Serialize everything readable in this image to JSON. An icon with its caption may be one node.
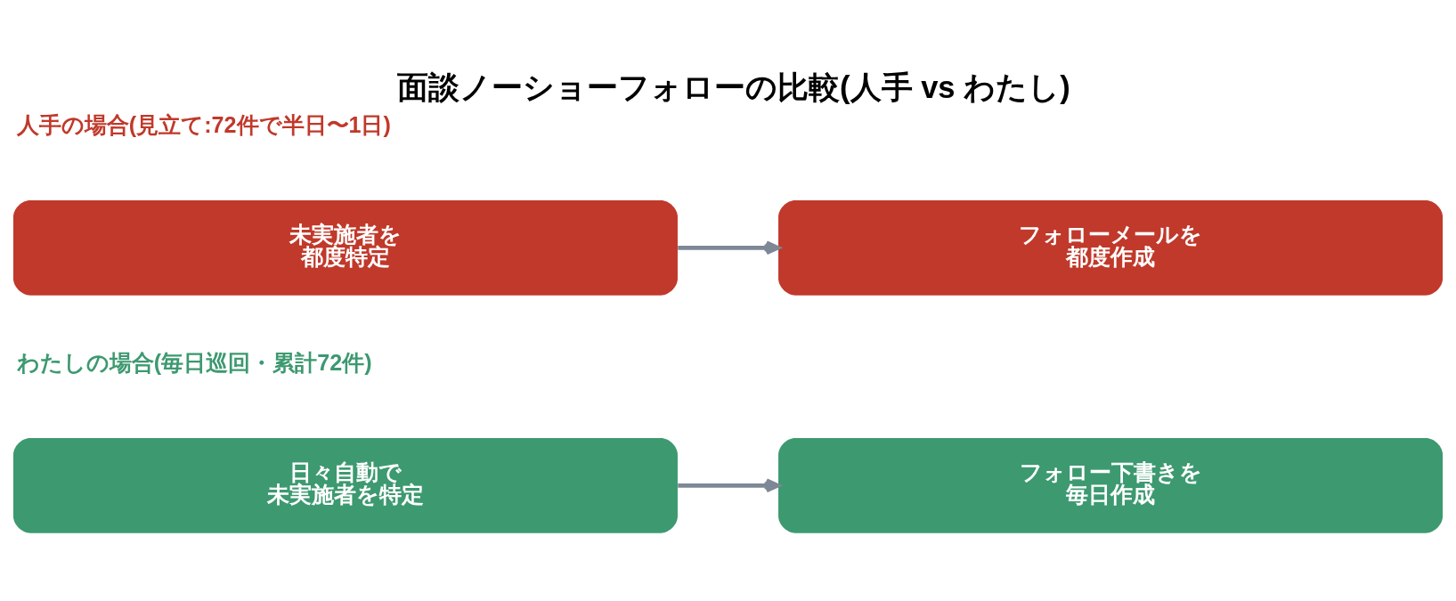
{
  "diagram": {
    "title": "面談ノーショーフォローの比較(人手 vs わたし)",
    "nodes": [
      {
        "text": [
          "未実施者を都度特定"
        ]
      },
      {
        "text": [
          "フォローメールを都度作成"
        ]
      },
      {
        "text": [
          "日々自動で未実施者を特定"
        ]
      },
      {
        "text": [
          "フォロー下書きを毎日作成"
        ]
      }
    ],
    "edges": [
      {
        "from": 0,
        "to": 1,
        "arrow": "to"
      },
      {
        "from": 2,
        "to": 3,
        "arrow": "to"
      }
    ],
    "labels": [
      "人手の場合(見立て:72件で半日〜1日)",
      "わたしの場合(毎日巡回・累計72件)"
    ]
  }
}
